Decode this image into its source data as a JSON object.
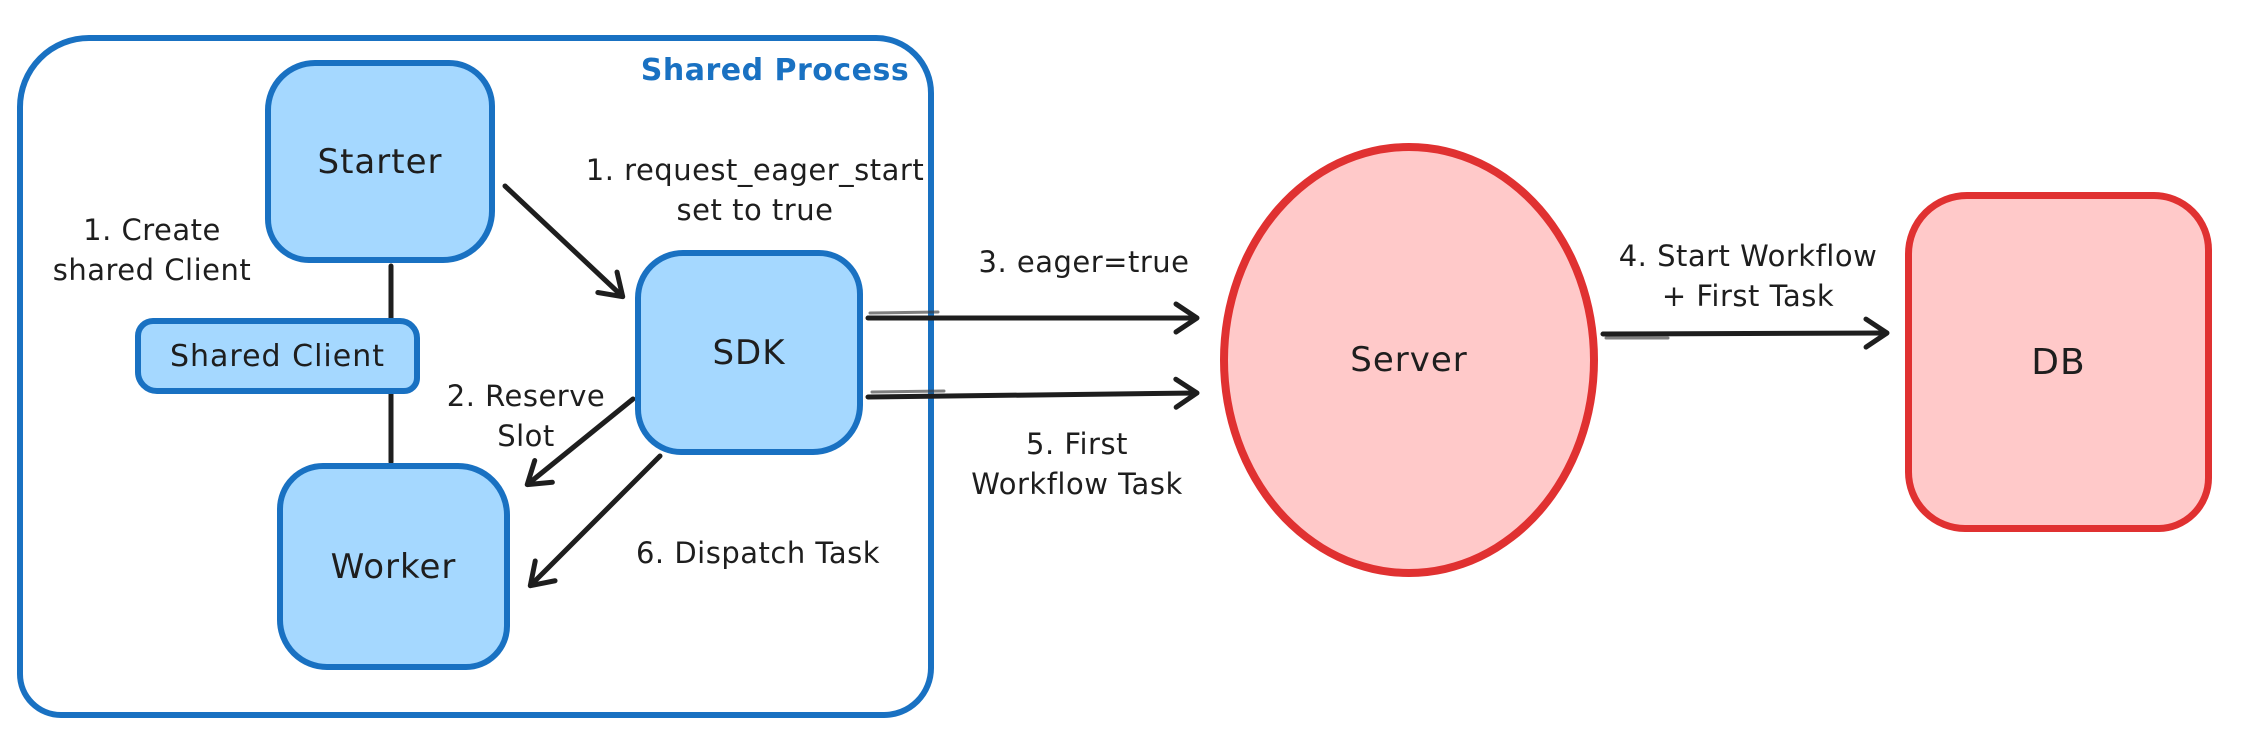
{
  "colors": {
    "blue-stroke": "#1971c2",
    "blue-fill": "#a5d8ff",
    "red-stroke": "#e03131",
    "red-fill": "#ffc9c9",
    "ink": "#1e1e1e",
    "background": "#ffffff"
  },
  "container": {
    "label": "Shared Process"
  },
  "nodes": {
    "starter": {
      "label": "Starter"
    },
    "shared_client": {
      "label": "Shared Client"
    },
    "worker": {
      "label": "Worker"
    },
    "sdk": {
      "label": "SDK"
    },
    "server": {
      "label": "Server"
    },
    "db": {
      "label": "DB"
    }
  },
  "annotations": {
    "create_shared_client": {
      "line1": "1. Create",
      "line2": "shared Client"
    },
    "request_eager_start": {
      "line1": "1. request_eager_start",
      "line2": "set to true"
    },
    "reserve_slot": {
      "line1": "2. Reserve",
      "line2": "Slot"
    },
    "eager_true": {
      "line1": "3. eager=true"
    },
    "start_workflow": {
      "line1": "4. Start Workflow",
      "line2": "+ First Task"
    },
    "first_workflow_task": {
      "line1": "5. First",
      "line2": "Workflow Task"
    },
    "dispatch_task": {
      "line1": "6. Dispatch Task"
    }
  },
  "edges": [
    {
      "from": "starter",
      "to": "worker",
      "via": "shared_client",
      "style": "plain-line"
    },
    {
      "from": "starter",
      "to": "sdk",
      "label": "1. request_eager_start set to true"
    },
    {
      "from": "sdk",
      "to": "worker",
      "label": "2. Reserve Slot"
    },
    {
      "from": "sdk",
      "to": "server",
      "label": "3. eager=true"
    },
    {
      "from": "server",
      "to": "db",
      "label": "4. Start Workflow + First Task"
    },
    {
      "from": "sdk",
      "to": "server",
      "label": "5. First Workflow Task"
    },
    {
      "from": "sdk",
      "to": "worker",
      "label": "6. Dispatch Task"
    }
  ]
}
